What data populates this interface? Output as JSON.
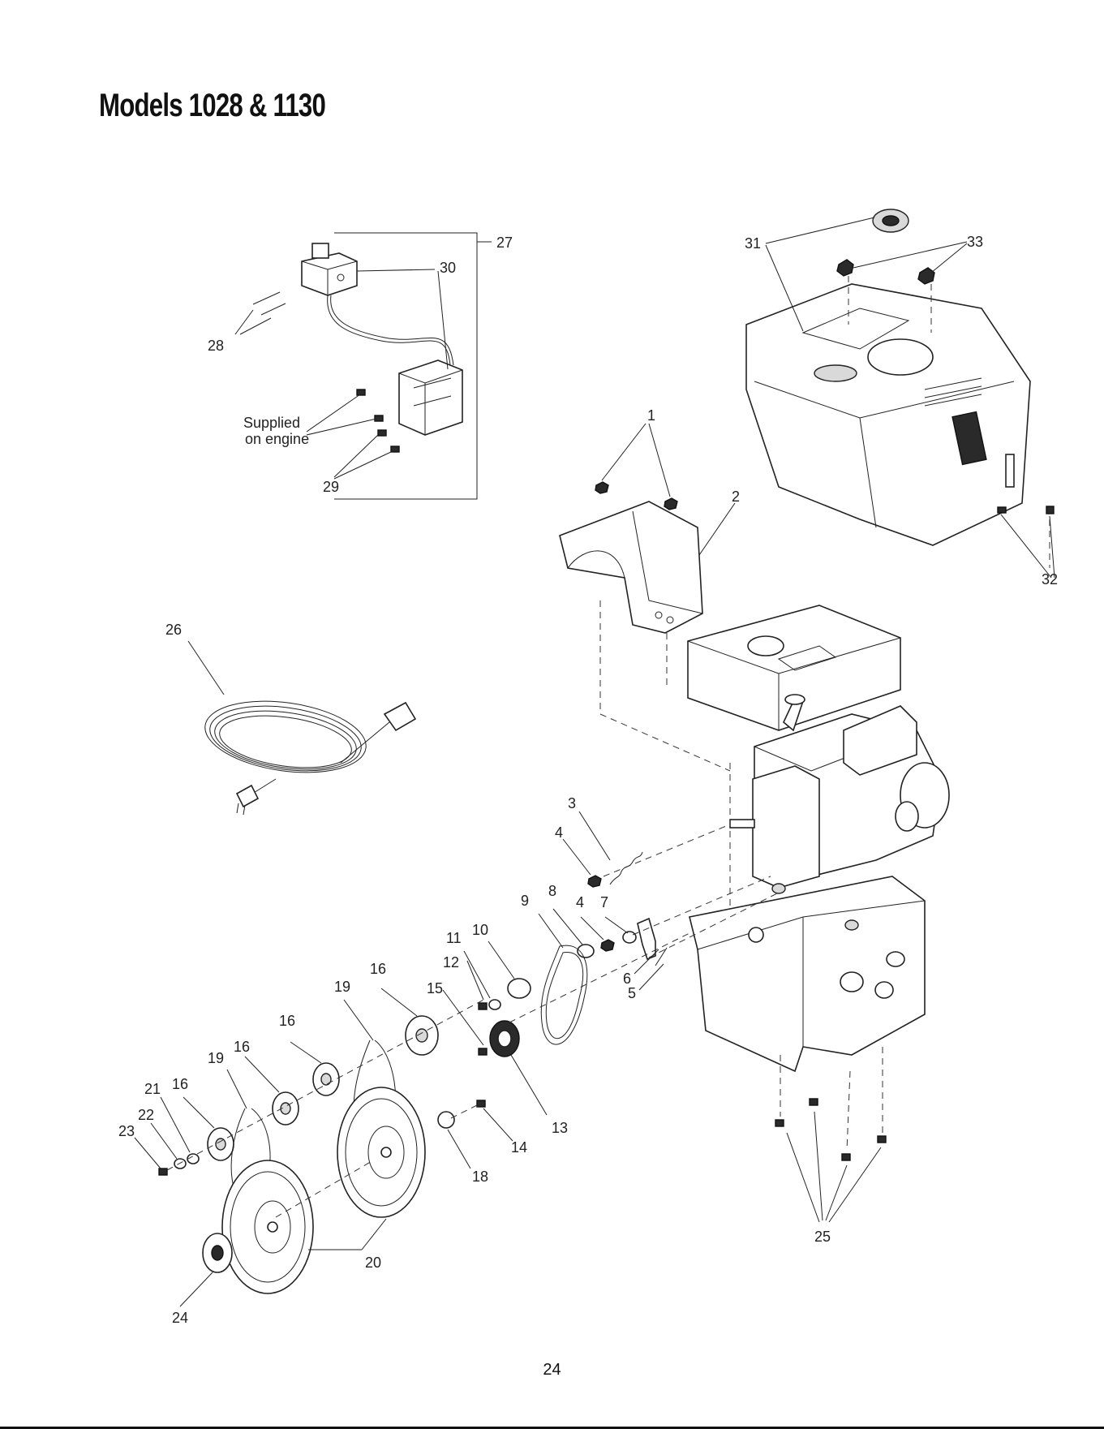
{
  "page": {
    "title": "Models 1028 & 1130",
    "page_number": "24"
  },
  "notes": {
    "supplied_line1": "Supplied",
    "supplied_line2": "on engine"
  },
  "labels": {
    "p1": "1",
    "p2": "2",
    "p3": "3",
    "p4a": "4",
    "p4b": "4",
    "p5": "5",
    "p6": "6",
    "p7": "7",
    "p8": "8",
    "p9": "9",
    "p10": "10",
    "p11": "11",
    "p12": "12",
    "p13": "13",
    "p14": "14",
    "p15": "15",
    "p16a": "16",
    "p16b": "16",
    "p16c": "16",
    "p16d": "16",
    "p18": "18",
    "p19a": "19",
    "p19b": "19",
    "p20": "20",
    "p21": "21",
    "p22": "22",
    "p23": "23",
    "p24": "24",
    "p25": "25",
    "p26": "26",
    "p27": "27",
    "p28": "28",
    "p29": "29",
    "p30": "30",
    "p31": "31",
    "p32": "32",
    "p33": "33"
  }
}
